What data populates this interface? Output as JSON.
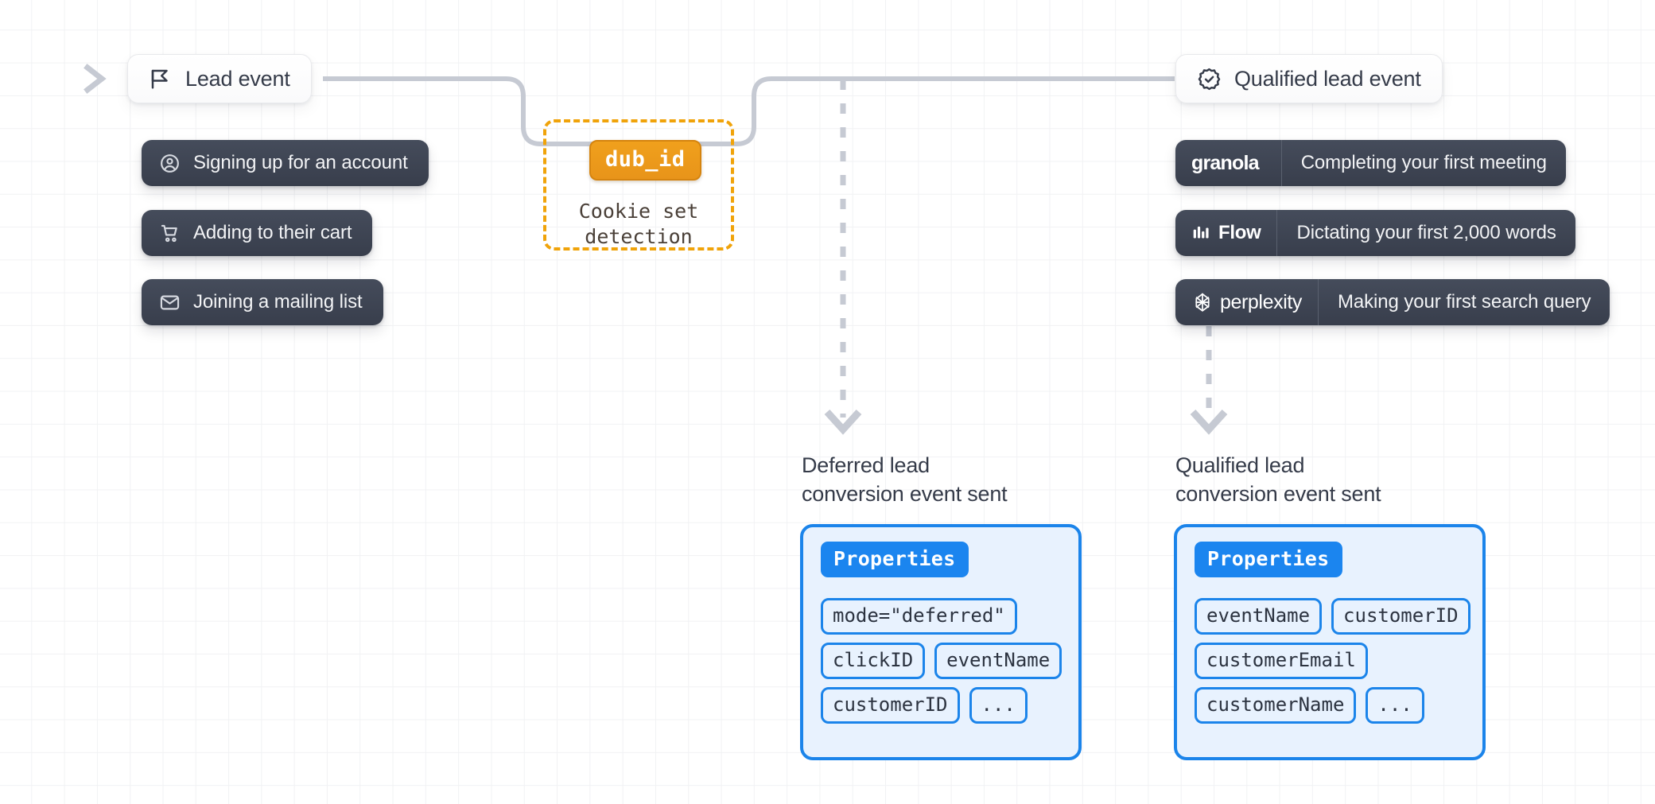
{
  "diagram": {
    "title": "Dub lead and qualified lead conversion flow",
    "colors": {
      "grid": "#f1f2f4",
      "wire": "#c6cad3",
      "dark_pill": "#3e4553",
      "accent_orange": "#f0a30a",
      "accent_blue": "#1b84ea",
      "props_fill": "#e8f2fe",
      "text_dark": "#353b49"
    }
  },
  "lead_event": {
    "label": "Lead event",
    "icon": "flag-icon"
  },
  "lead_examples": [
    {
      "label": "Signing up for an account",
      "icon": "user-circle-icon"
    },
    {
      "label": "Adding to their cart",
      "icon": "shopping-cart-icon"
    },
    {
      "label": "Joining a mailing list",
      "icon": "envelope-icon"
    }
  ],
  "cookie": {
    "badge": "dub_id",
    "caption": "Cookie set\ndetection"
  },
  "qualified_event": {
    "label": "Qualified lead event",
    "icon": "badge-check-icon"
  },
  "qualified_examples": [
    {
      "brand": "granola",
      "brand_icon": "granola-wordmark-icon",
      "description": "Completing your first meeting"
    },
    {
      "brand": "Flow",
      "brand_icon": "waveform-bars-icon",
      "description": "Dictating your first 2,000 words"
    },
    {
      "brand": "perplexity",
      "brand_icon": "perplexity-asterisk-icon",
      "description": "Making your first search query"
    }
  ],
  "deferred_flow": {
    "caption": "Deferred lead\nconversion event sent",
    "properties_title": "Properties",
    "property_rows": [
      [
        "mode=\"deferred\""
      ],
      [
        "clickID",
        "eventName"
      ],
      [
        "customerID",
        "..."
      ]
    ]
  },
  "qualified_flow": {
    "caption": "Qualified lead\nconversion event sent",
    "properties_title": "Properties",
    "property_rows": [
      [
        "eventName",
        "customerID"
      ],
      [
        "customerEmail"
      ],
      [
        "customerName",
        "..."
      ]
    ]
  }
}
